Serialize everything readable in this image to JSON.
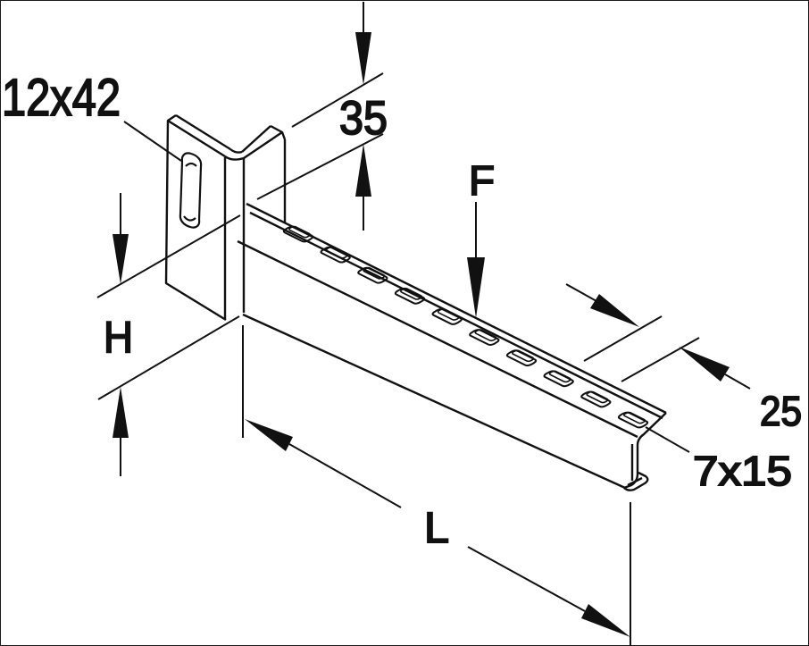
{
  "drawing": {
    "type": "technical-isometric-drawing",
    "subject": "cantilever wall bracket with slotted arm",
    "labels": {
      "plate_slot_size": "12x42",
      "top_offset": "35",
      "force": "F",
      "height": "H",
      "slot_pitch": "25",
      "arm_slot_size": "7x15",
      "length": "L"
    },
    "arm": {
      "slot_count": 10
    },
    "colors": {
      "line": "#111111",
      "background": "#ffffff",
      "border": "#1a1a1a"
    }
  }
}
